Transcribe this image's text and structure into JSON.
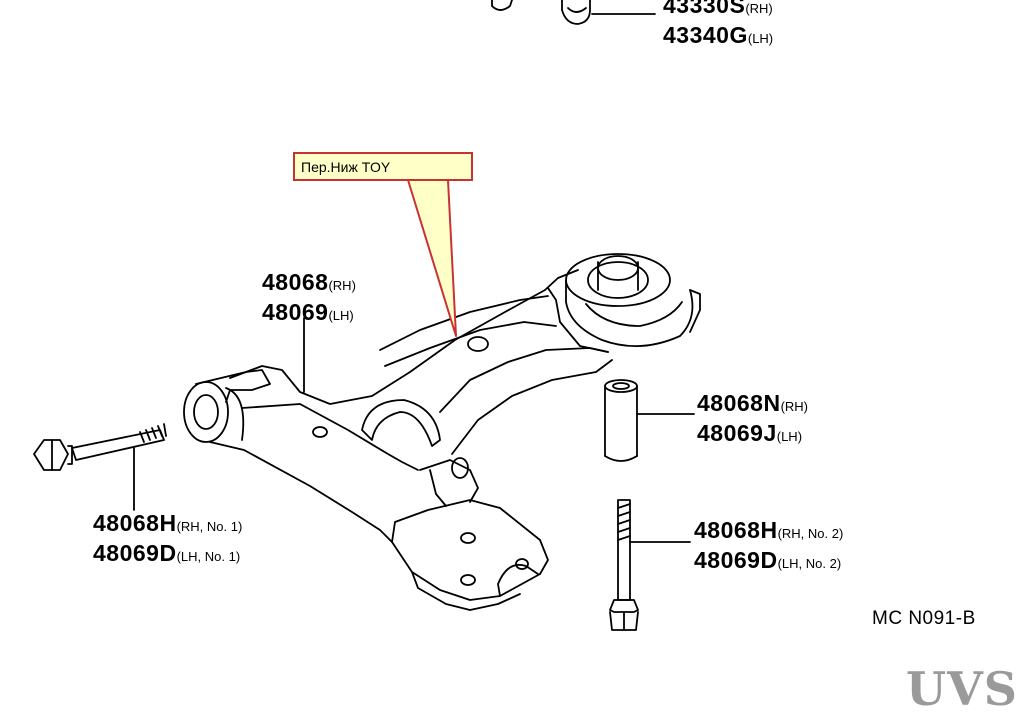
{
  "callout": {
    "text": "Пер.Ниж TOY"
  },
  "parts": {
    "p43330": {
      "num": "43330S",
      "side": "(RH)"
    },
    "p43340": {
      "num": "43340G",
      "side": "(LH)"
    },
    "arm_rh": {
      "num": "48068",
      "side": "(RH)"
    },
    "arm_lh": {
      "num": "48069",
      "side": "(LH)"
    },
    "bush_rh": {
      "num": "48068N",
      "side": "(RH)"
    },
    "bush_lh": {
      "num": "48069J",
      "side": "(LH)"
    },
    "bolt1_rh": {
      "num": "48068H",
      "side": "(RH, No. 1)"
    },
    "bolt1_lh": {
      "num": "48069D",
      "side": "(LH, No. 1)"
    },
    "bolt2_rh": {
      "num": "48068H",
      "side": "(RH, No. 2)"
    },
    "bolt2_lh": {
      "num": "48069D",
      "side": "(LH, No. 2)"
    }
  },
  "diagram_code": "MC N091-B",
  "logo_text": "UVS"
}
